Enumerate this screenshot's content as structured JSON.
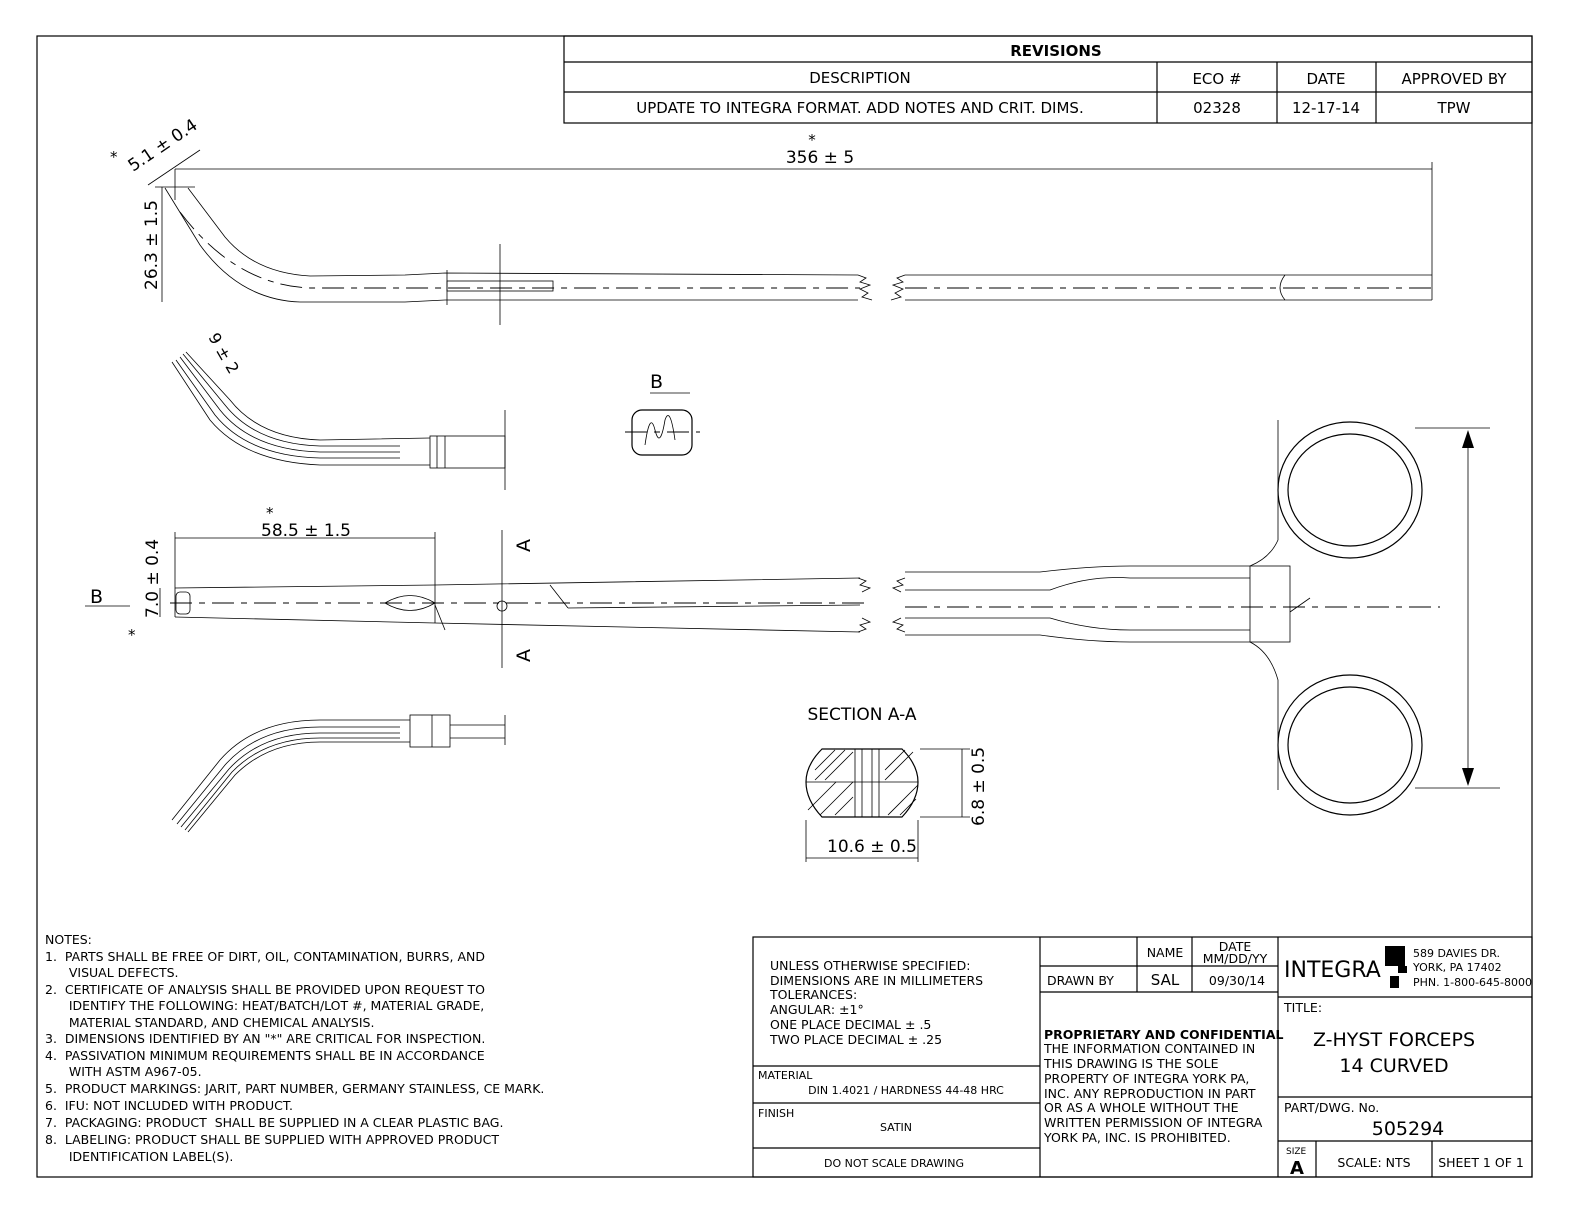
{
  "revisions": {
    "title": "REVISIONS",
    "headers": [
      "DESCRIPTION",
      "ECO #",
      "DATE",
      "APPROVED BY"
    ],
    "rows": [
      {
        "description": "UPDATE TO INTEGRA FORMAT. ADD NOTES AND CRIT. DIMS.",
        "eco": "02328",
        "date": "12-17-14",
        "approved_by": "TPW"
      }
    ]
  },
  "dimensions": {
    "overall_length": "356 ± 5",
    "tip_width": "5.1 ± 0.4",
    "curve_height": "26.3 ± 1.5",
    "jaw_serration": "9 ± 2",
    "jaw_length": "58.5 ± 1.5",
    "tip_thickness": "7.0 ± 0.4",
    "section_height": "6.8 ± 0.5",
    "section_width": "10.6 ± 0.5",
    "critical_mark": "*"
  },
  "views": {
    "view_b": "B",
    "section_a": "A",
    "section_title": "SECTION A-A"
  },
  "notes": {
    "title": "NOTES:",
    "items": [
      "1.  PARTS SHALL BE FREE OF DIRT, OIL, CONTAMINATION, BURRS, AND",
      "      VISUAL DEFECTS.",
      "2.  CERTIFICATE OF ANALYSIS SHALL BE PROVIDED UPON REQUEST TO",
      "      IDENTIFY THE FOLLOWING: HEAT/BATCH/LOT #, MATERIAL GRADE,",
      "      MATERIAL STANDARD, AND CHEMICAL ANALYSIS.",
      "3.  DIMENSIONS IDENTIFIED BY AN \"*\" ARE CRITICAL FOR INSPECTION.",
      "4.  PASSIVATION MINIMUM REQUIREMENTS SHALL BE IN ACCORDANCE",
      "      WITH ASTM A967-05.",
      "5.  PRODUCT MARKINGS: JARIT, PART NUMBER, GERMANY STAINLESS, CE MARK.",
      "6.  IFU: NOT INCLUDED WITH PRODUCT.",
      "7.  PACKAGING: PRODUCT  SHALL BE SUPPLIED IN A CLEAR PLASTIC BAG.",
      "8.  LABELING: PRODUCT SHALL BE SUPPLIED WITH APPROVED PRODUCT",
      "      IDENTIFICATION LABEL(S)."
    ]
  },
  "title_block": {
    "tolerances": [
      "UNLESS OTHERWISE SPECIFIED:",
      "DIMENSIONS ARE IN MILLIMETERS",
      "TOLERANCES:",
      "ANGULAR: ±1°",
      "ONE PLACE DECIMAL ± .5",
      "TWO PLACE DECIMAL ± .25"
    ],
    "material_label": "MATERIAL",
    "material": "DIN 1.4021 / HARDNESS 44-48 HRC",
    "finish_label": "FINISH",
    "finish": "SATIN",
    "do_not_scale": "DO NOT SCALE DRAWING",
    "name_header": "NAME",
    "date_header": [
      "DATE",
      "MM/DD/YY"
    ],
    "drawn_by_label": "DRAWN BY",
    "drawn_by": "SAL",
    "drawn_date": "09/30/14",
    "proprietary_title": "PROPRIETARY AND CONFIDENTIAL",
    "proprietary_text": [
      "THE INFORMATION CONTAINED IN",
      "THIS DRAWING IS THE SOLE",
      "PROPERTY OF INTEGRA YORK PA,",
      "INC.  ANY REPRODUCTION IN PART",
      "OR AS A WHOLE WITHOUT THE",
      "WRITTEN PERMISSION OF INTEGRA",
      "YORK PA, INC. IS PROHIBITED."
    ],
    "company": "INTEGRA",
    "address": [
      "589 DAVIES DR.",
      "YORK, PA 17402",
      "PHN. 1-800-645-8000"
    ],
    "title_label": "TITLE:",
    "title": [
      "Z-HYST FORCEPS",
      "14 CURVED"
    ],
    "part_label": "PART/DWG. No.",
    "part_number": "505294",
    "size_label": "SIZE",
    "size": "A",
    "scale": "SCALE: NTS",
    "sheet": "SHEET 1 OF 1"
  }
}
